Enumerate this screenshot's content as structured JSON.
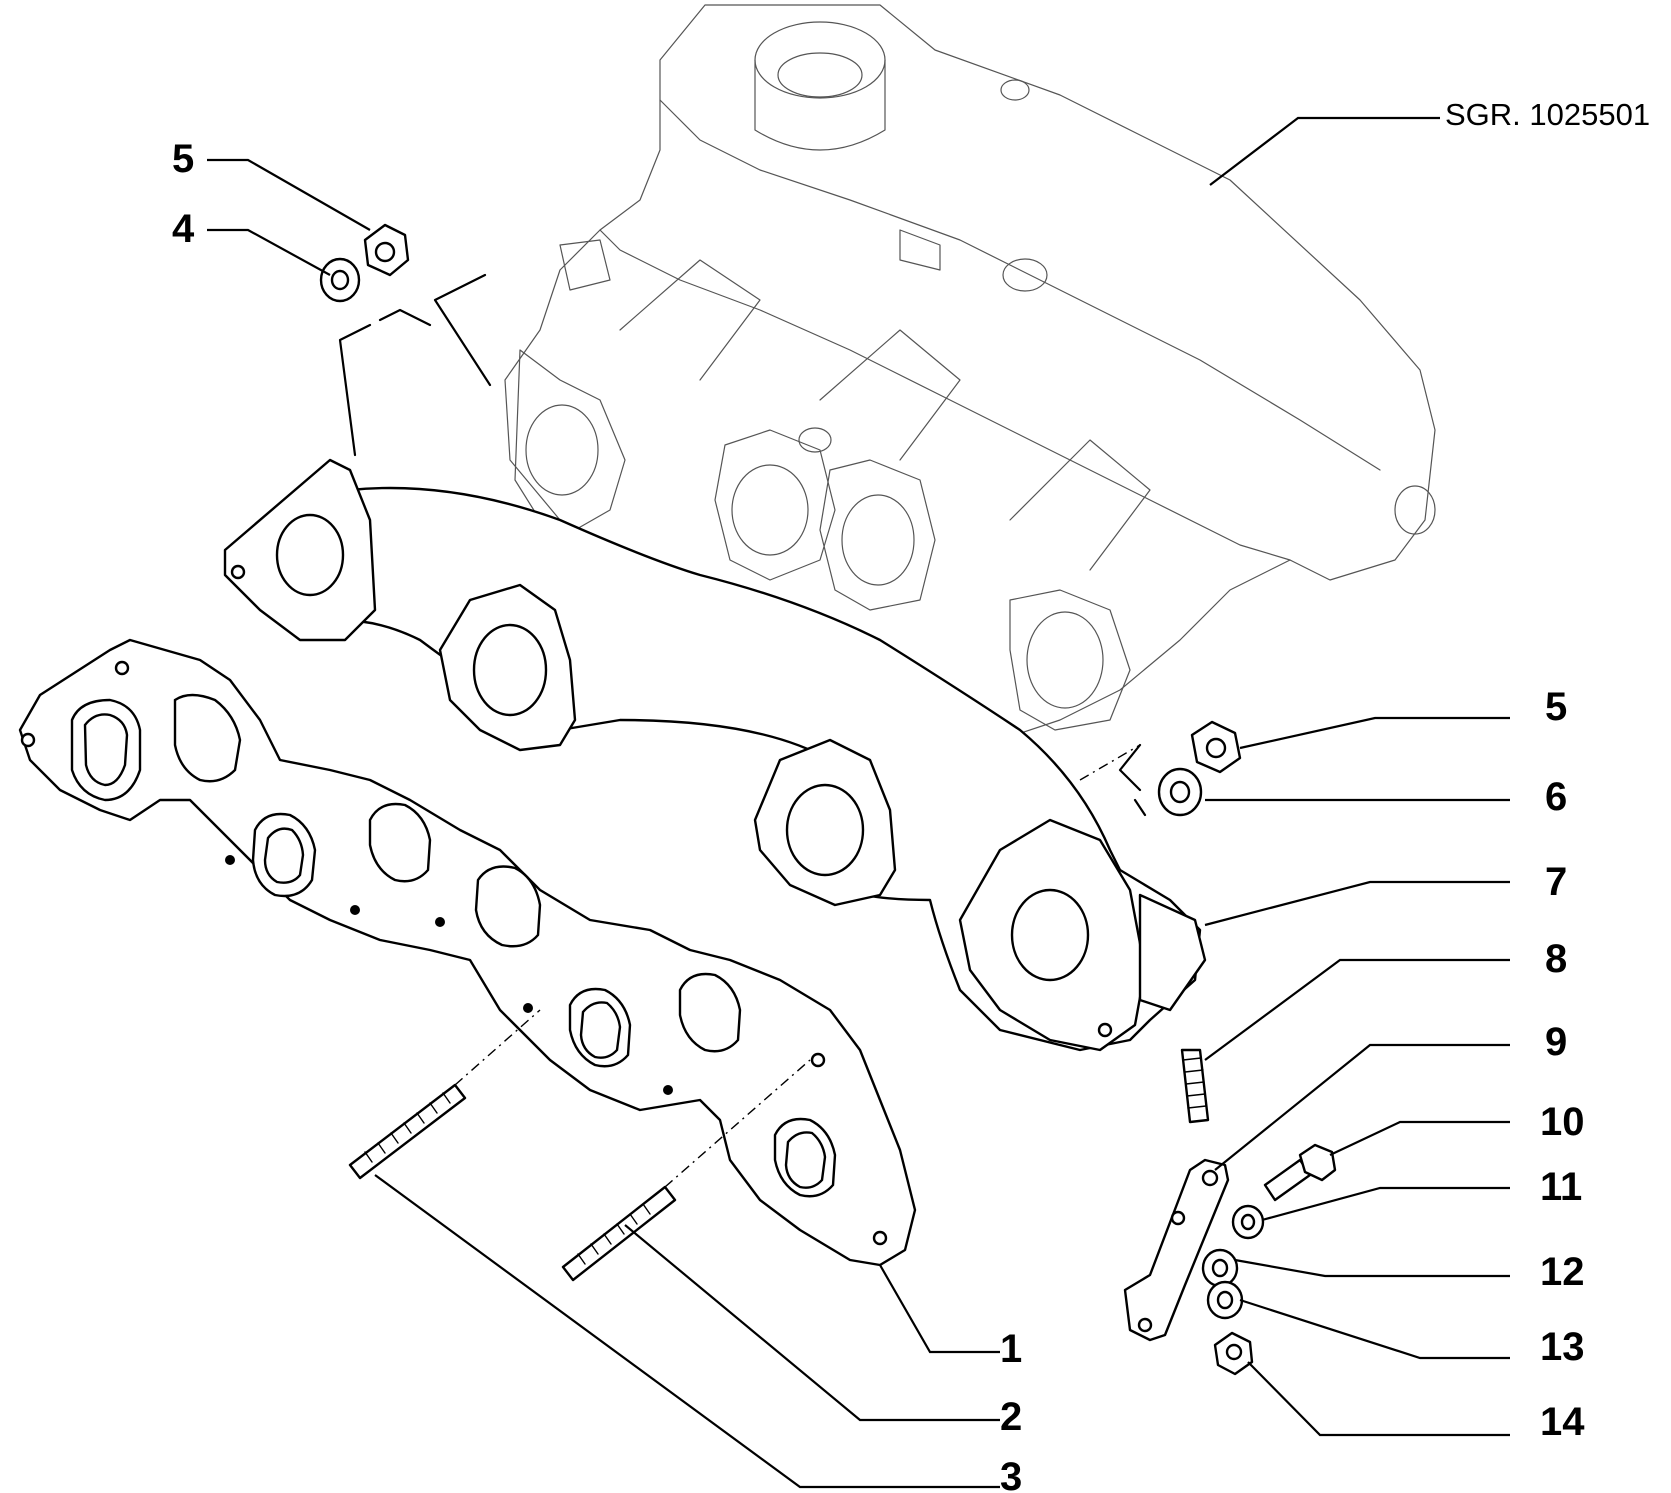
{
  "reference": "SGR. 1025501",
  "callouts": {
    "c5a": "5",
    "c4": "4",
    "c5b": "5",
    "c6": "6",
    "c7": "7",
    "c8": "8",
    "c9": "9",
    "c10": "10",
    "c11": "11",
    "c12": "12",
    "c13": "13",
    "c14": "14",
    "c1": "1",
    "c2": "2",
    "c3": "3"
  }
}
